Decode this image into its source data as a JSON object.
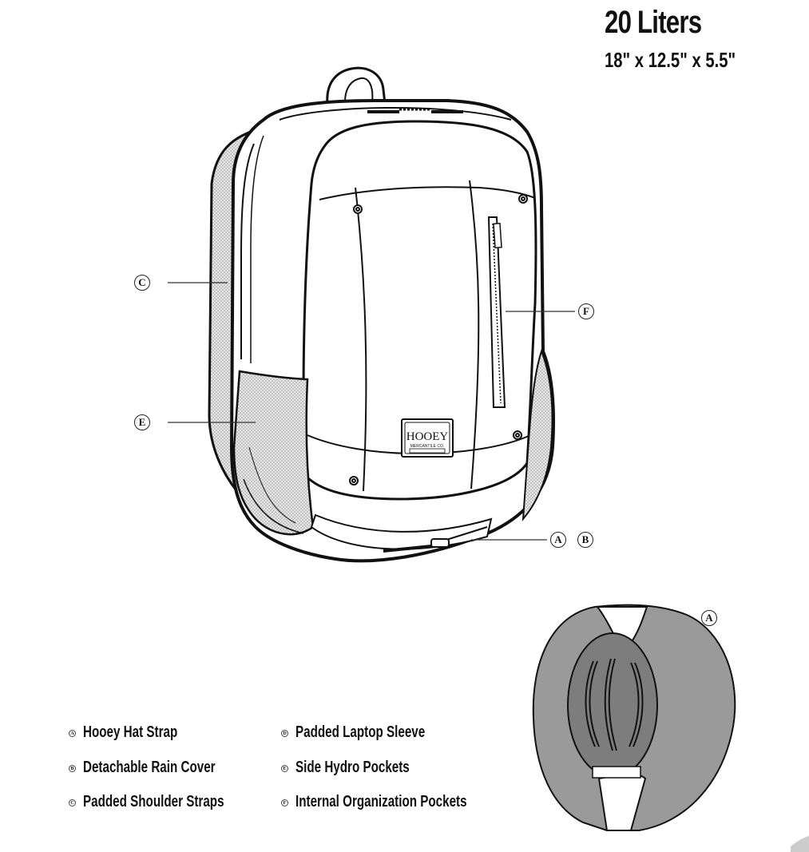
{
  "header": {
    "title": "20 Liters",
    "dimensions": "18\" x 12.5\" x 5.5\""
  },
  "patch": {
    "brand": "HOOEY",
    "subtitle": "MERCANTILE CO."
  },
  "callouts": {
    "c": "C",
    "e": "E",
    "f": "F",
    "a": "A",
    "b": "B",
    "inset_a": "A"
  },
  "legend": {
    "left": [
      {
        "letter": "A",
        "label": "Hooey Hat Strap"
      },
      {
        "letter": "B",
        "label": "Detachable Rain Cover"
      },
      {
        "letter": "C",
        "label": "Padded Shoulder Straps"
      }
    ],
    "right": [
      {
        "letter": "D",
        "label": "Padded Laptop Sleeve"
      },
      {
        "letter": "E",
        "label": "Side Hydro Pockets"
      },
      {
        "letter": "F",
        "label": "Internal Organization Pockets"
      }
    ]
  },
  "colors": {
    "line": "#111111",
    "mesh": "#d9d9d9",
    "hat_fill": "#9a9a9a",
    "background": "#ffffff"
  }
}
